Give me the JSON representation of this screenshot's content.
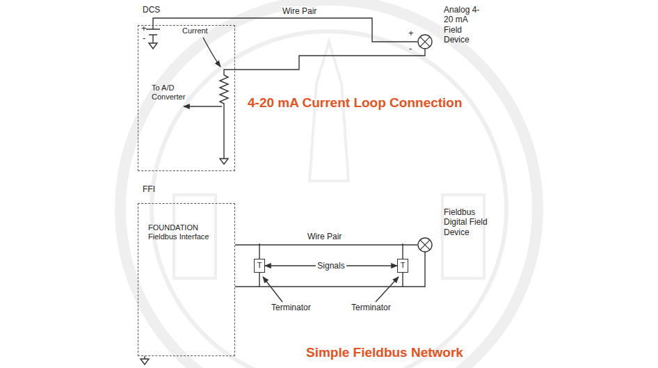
{
  "diagram": {
    "nodes": [
      {
        "text": [
          "DCS"
        ]
      },
      {
        "text": [
          "Analog 4-20 mA Field Device"
        ]
      },
      {
        "text": [
          "FFI",
          "FOUNDATION Fieldbus Interface"
        ]
      },
      {
        "text": [
          "T"
        ]
      },
      {
        "text": [
          "T"
        ]
      },
      {
        "text": [
          "Fieldbus Digital Field Device"
        ]
      }
    ],
    "edges": [
      {
        "from": 0,
        "to": 1,
        "label": "Wire Pair",
        "arrow": "none"
      },
      {
        "from": 2,
        "to": 5,
        "label": "Wire Pair",
        "arrow": "none"
      },
      {
        "from": 3,
        "to": 4,
        "label": "Signals",
        "arrow": "both"
      }
    ],
    "labels": [
      "+",
      "-",
      "Current",
      "To A/D Converter",
      "+",
      "-",
      "4-20 mA Current Loop Connection",
      "Terminator",
      "Terminator",
      "Simple Fieldbus Network"
    ]
  }
}
